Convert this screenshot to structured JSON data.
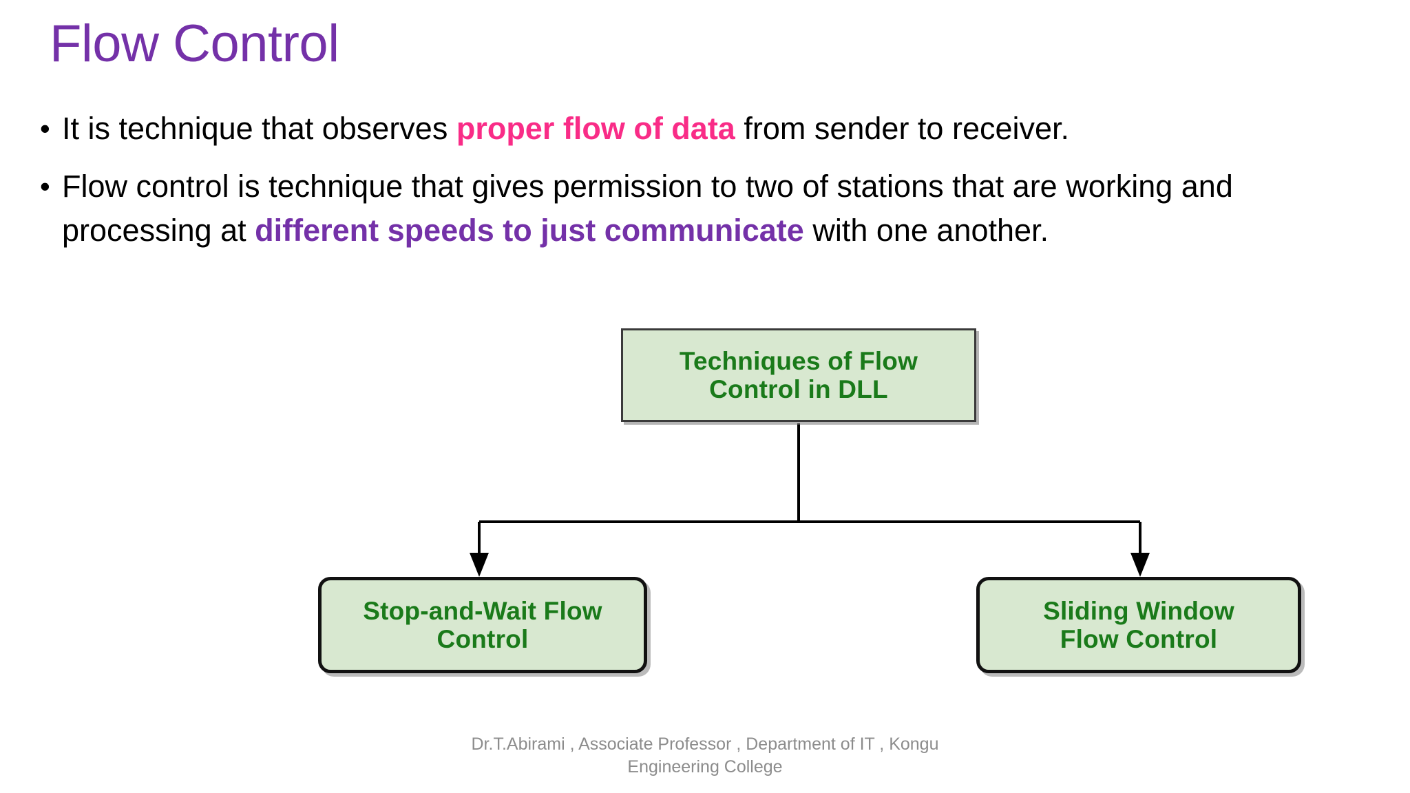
{
  "slide": {
    "title": "Flow Control",
    "title_color": "#7431A8",
    "background_color": "#FFFFFF"
  },
  "colors": {
    "title_purple": "#7431A8",
    "highlight_pink": "#F92C87",
    "highlight_purple": "#7431A8",
    "body_text": "#000000",
    "node_fill": "#D8E8D0",
    "node_text_green": "#1A7A1A",
    "node_border": "#111111",
    "connector": "#000000",
    "footer_text": "#8C8C8C"
  },
  "body": {
    "bullet_glyph": "•",
    "bullets": [
      {
        "id": "bullet-1",
        "segments": [
          {
            "text": "It is technique that observes ",
            "style": "plain"
          },
          {
            "text": "proper flow of data",
            "style": "pink-bold"
          },
          {
            "text": " from sender to receiver.",
            "style": "plain"
          }
        ]
      },
      {
        "id": "bullet-2",
        "segments": [
          {
            "text": "Flow control is technique that gives permission to two of stations that are working and processing at ",
            "style": "plain"
          },
          {
            "text": "different speeds to just communicate",
            "style": "purple-bold"
          },
          {
            "text": " with one another.",
            "style": "plain"
          }
        ]
      }
    ]
  },
  "diagram": {
    "type": "tree",
    "root": {
      "id": "node-root",
      "label": "Techniques of Flow Control in DLL",
      "line1": "Techniques of Flow",
      "line2": "Control in DLL"
    },
    "children": [
      {
        "id": "node-left",
        "label": "Stop-and-Wait Flow Control",
        "line1": "Stop-and-Wait Flow",
        "line2": "Control"
      },
      {
        "id": "node-right",
        "label": "Sliding Window Flow Control",
        "line1": "Sliding Window",
        "line2": "Flow Control"
      }
    ],
    "connectors": [
      {
        "from": "node-root",
        "to": "node-left",
        "arrow": true
      },
      {
        "from": "node-root",
        "to": "node-right",
        "arrow": true
      }
    ]
  },
  "footer": {
    "line1": "Dr.T.Abirami , Associate Professor , Department of IT , Kongu",
    "line2": "Engineering College"
  }
}
